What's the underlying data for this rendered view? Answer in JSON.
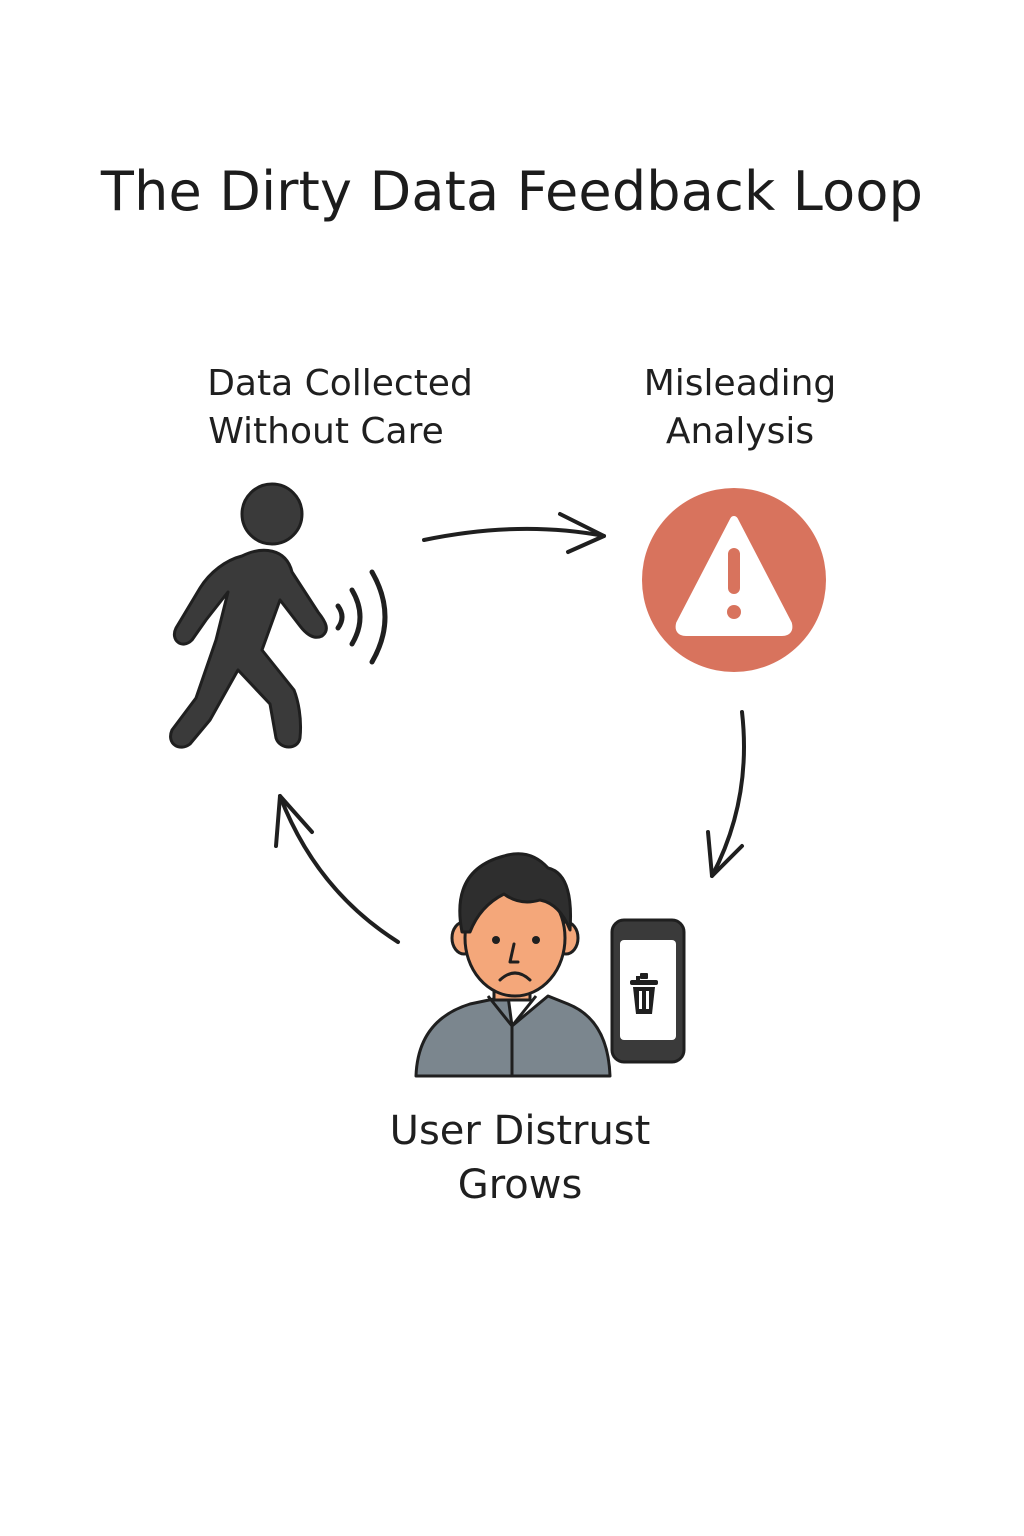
{
  "title": "The Dirty Data Feedback Loop",
  "nodes": {
    "collect": {
      "line1": "Data Collected",
      "line2": "Without Care",
      "icon": "walking-person-icon"
    },
    "analysis": {
      "line1": "Misleading",
      "line2": "Analysis",
      "icon": "warning-icon"
    },
    "distrust": {
      "line1": "User Distrust",
      "line2": "Grows",
      "icon": "sad-user-with-phone-trash-icon"
    }
  },
  "colors": {
    "warning": "#d8735d",
    "person": "#3a3a3a",
    "skin": "#f4a77a",
    "shirt": "#7b868e",
    "stroke": "#1f1f1f"
  }
}
